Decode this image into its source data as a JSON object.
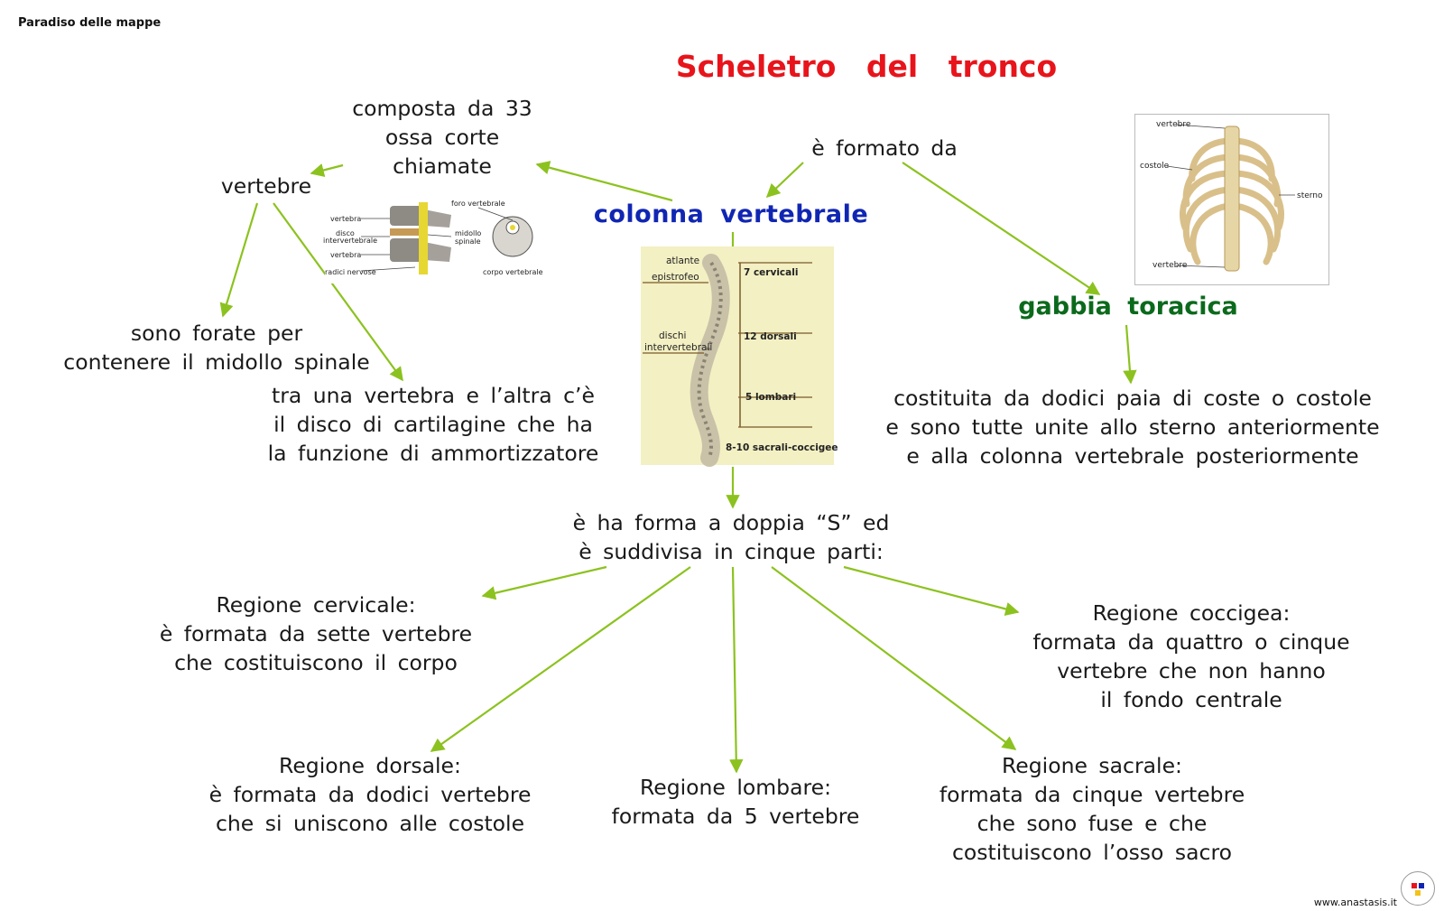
{
  "brand": "Paradiso delle mappe",
  "title": "Scheletro del tronco",
  "nodes": {
    "formato_da": "è formato da",
    "colonna": "colonna vertebrale",
    "gabbia": "gabbia toracica",
    "composta": "composta da 33\nossa corte\nchiamate",
    "vertebre": "vertebre",
    "forate": "sono forate per\ncontenere il midollo spinale",
    "disco": "tra una vertebra e l’altra c’è\nil disco di cartilagine che ha\nla funzione di ammortizzatore",
    "costituita": "costituita da dodici paia di coste o costole\ne sono tutte unite allo sterno anteriormente\ne alla colonna vertebrale posteriormente",
    "forma": "è ha forma a doppia “S” ed\nè suddivisa in cinque parti:",
    "cervicale": "Regione cervicale:\nè formata da sette vertebre\nche costituiscono il corpo",
    "coccigea": "Regione coccigea:\nformata da quattro o cinque\nvertebre che non hanno\nil fondo centrale",
    "dorsale": "Regione dorsale:\nè formata da dodici vertebre\nche si uniscono alle costole",
    "lombare": "Regione lombare:\nformata da 5 vertebre",
    "sacrale": "Regione sacrale:\nformata da cinque vertebre\nche sono fuse e che\ncostituiscono l’osso sacro"
  },
  "spine_figure": {
    "labels": [
      "atlante",
      "epistrofeo",
      "dischi",
      "intervertebrali",
      "7 cervicali",
      "12 dorsali",
      "5 lombari",
      "8-10 sacrali-coccigee"
    ]
  },
  "vertebra_figure": {
    "labels": [
      "foro vertebrale",
      "vertebra",
      "disco",
      "intervertebrale",
      "vertebra",
      "radici nervose",
      "midollo",
      "spinale",
      "corpo vertebrale"
    ]
  },
  "rib_figure": {
    "labels": [
      "vertebre",
      "costole",
      "sterno",
      "vertebre"
    ]
  },
  "footer": "www.anastasis.it",
  "colors": {
    "title": "#e8141b",
    "colonna": "#1026b3",
    "gabbia": "#0b6a1c",
    "arrow": "#8cc21f",
    "figure_bg": "#f3f0c3"
  }
}
